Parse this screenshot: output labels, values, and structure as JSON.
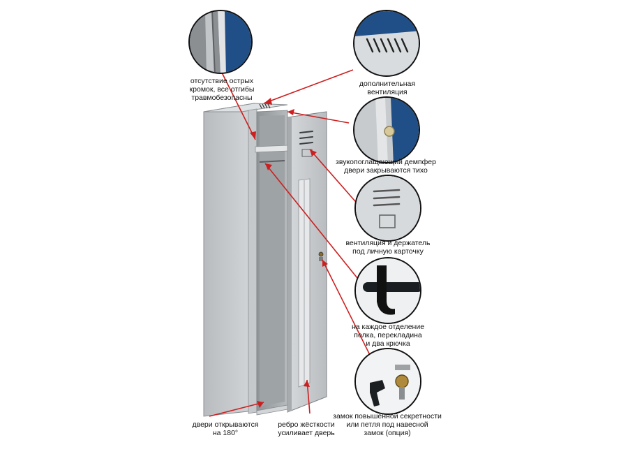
{
  "labels": {
    "sharp_edges": [
      "отсутствие острых",
      "кромок, все отгибы",
      "травмобезопасны"
    ],
    "ventilation": [
      "дополнительная",
      "вентиляция"
    ],
    "damper": [
      "звукопоглащающий демпфер",
      "двери закрываются тихо"
    ],
    "card_holder": [
      "вентиляция и держатель",
      "под личную карточку"
    ],
    "shelf": [
      "на каждое отделение",
      "полка, перекладина",
      "и два крючка"
    ],
    "lock": [
      "замок повышенной секретности",
      "или петля под навесной",
      "замок (опция)"
    ],
    "door": [
      "двери открываются",
      "на 180°"
    ],
    "rib": [
      "ребро жёсткости",
      "усиливает дверь"
    ]
  },
  "colors": {
    "pointer_line": "#cc1f1f",
    "cabinet_body": "#c9cdcf",
    "cabinet_dark": "#a9aeb1",
    "blue_bg": "#1f4f86",
    "circle_border": "#111111"
  }
}
